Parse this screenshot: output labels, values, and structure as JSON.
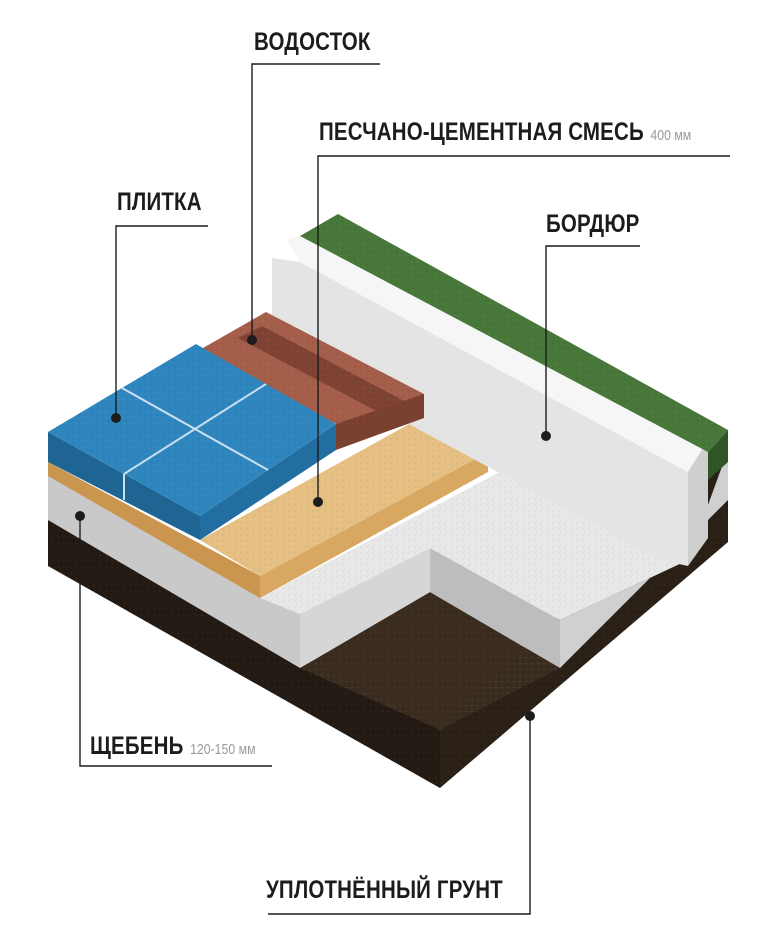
{
  "labels": {
    "vodostok": {
      "name": "ВОДОСТОК",
      "unit": ""
    },
    "smes": {
      "name": "ПЕСЧАНО-ЦЕМЕНТНАЯ СМЕСЬ",
      "unit": "400 мм"
    },
    "plitka": {
      "name": "ПЛИТКА",
      "unit": ""
    },
    "bordyur": {
      "name": "БОРДЮР",
      "unit": ""
    },
    "scheben": {
      "name": "ЩЕБЕНЬ",
      "unit": "120-150 мм"
    },
    "grunt": {
      "name": "УПЛОТНЁННЫЙ ГРУНТ",
      "unit": ""
    }
  },
  "colors": {
    "tile": "#2f86bf",
    "drain": "#9a5846",
    "sand_cement": "#e3bd7c",
    "gravel": "#e6e6e6",
    "curb": "#ececec",
    "grass": "#3f6b33",
    "soil": "#2e2218",
    "leader_line": "#1c1c1c"
  }
}
